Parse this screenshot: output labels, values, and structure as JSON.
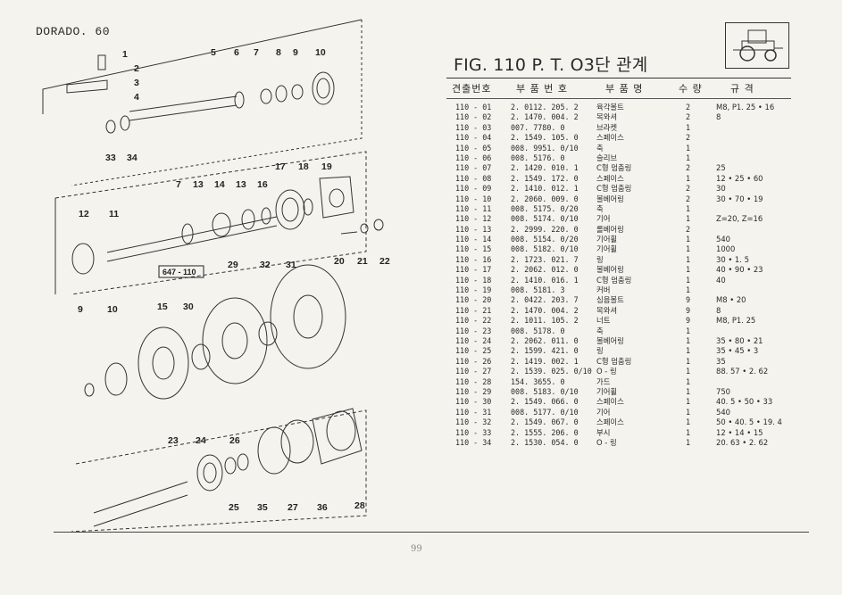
{
  "header": {
    "model": "DORADO. 60"
  },
  "figure": {
    "title": "FIG. 110 P. T. O3단 관계",
    "ref_box": "647 - 110",
    "page_number": "99"
  },
  "columns": [
    "견출번호",
    "부 품 번 호",
    "부 품 명",
    "수 량",
    "규   격"
  ],
  "callouts": [
    "1",
    "2",
    "3",
    "4",
    "5",
    "6",
    "7",
    "8",
    "9",
    "10",
    "33",
    "34",
    "17",
    "18",
    "19",
    "7",
    "13",
    "14",
    "13",
    "16",
    "12",
    "11",
    "20",
    "21",
    "22",
    "29",
    "32",
    "31",
    "9",
    "10",
    "15",
    "30",
    "23",
    "24",
    "26",
    "25",
    "35",
    "27",
    "36",
    "28"
  ],
  "parts": [
    {
      "no": "110 - 01",
      "part": "2. 0112. 205. 2",
      "name": "육각볼트",
      "qty": "2",
      "spec": "M8,  P1. 25 • 16"
    },
    {
      "no": "110 - 02",
      "part": "2. 1470. 004. 2",
      "name": "목와셔",
      "qty": "2",
      "spec": "8"
    },
    {
      "no": "110 - 03",
      "part": "007. 7780. 0",
      "name": "브라켓",
      "qty": "1",
      "spec": ""
    },
    {
      "no": "110 - 04",
      "part": "2. 1549. 105. 0",
      "name": "스페이스",
      "qty": "2",
      "spec": ""
    },
    {
      "no": "110 - 05",
      "part": "008. 9951. 0/10",
      "name": "축",
      "qty": "1",
      "spec": ""
    },
    {
      "no": "110 - 06",
      "part": "008. 5176. 0",
      "name": "슬리브",
      "qty": "1",
      "spec": ""
    },
    {
      "no": "110 - 07",
      "part": "2. 1420. 010. 1",
      "name": "C형 멈춤링",
      "qty": "2",
      "spec": "25"
    },
    {
      "no": "110 - 08",
      "part": "2. 1549. 172. 0",
      "name": "스페이스",
      "qty": "1",
      "spec": "12 • 25 • 60"
    },
    {
      "no": "110 - 09",
      "part": "2. 1410. 012. 1",
      "name": "C형 멈춤링",
      "qty": "2",
      "spec": "30"
    },
    {
      "no": "110 - 10",
      "part": "2. 2060. 009. 0",
      "name": "볼베어링",
      "qty": "2",
      "spec": "30 • 70 • 19"
    },
    {
      "no": "110 - 11",
      "part": "008. 5175. 0/20",
      "name": "축",
      "qty": "1",
      "spec": ""
    },
    {
      "no": "110 - 12",
      "part": "008. 5174. 0/10",
      "name": "기어",
      "qty": "1",
      "spec": "Z=20,  Z=16"
    },
    {
      "no": "110 - 13",
      "part": "2. 2999. 220. 0",
      "name": "롤베어링",
      "qty": "2",
      "spec": ""
    },
    {
      "no": "110 - 14",
      "part": "008. 5154. 0/20",
      "name": "기어휠",
      "qty": "1",
      "spec": "540"
    },
    {
      "no": "110 - 15",
      "part": "008. 5182. 0/10",
      "name": "기어휠",
      "qty": "1",
      "spec": "1000"
    },
    {
      "no": "110 - 16",
      "part": "2. 1723. 021. 7",
      "name": "링",
      "qty": "1",
      "spec": "30 • 1. 5"
    },
    {
      "no": "110 - 17",
      "part": "2. 2062. 012. 0",
      "name": "볼베어링",
      "qty": "1",
      "spec": "40 • 90 • 23"
    },
    {
      "no": "110 - 18",
      "part": "2. 1410. 016. 1",
      "name": "C형 멈춤링",
      "qty": "1",
      "spec": "40"
    },
    {
      "no": "110 - 19",
      "part": "008. 5181. 3",
      "name": "커버",
      "qty": "1",
      "spec": ""
    },
    {
      "no": "110 - 20",
      "part": "2. 0422. 203. 7",
      "name": "심음볼트",
      "qty": "9",
      "spec": "M8 • 20"
    },
    {
      "no": "110 - 21",
      "part": "2. 1470. 004. 2",
      "name": "목와셔",
      "qty": "9",
      "spec": "8"
    },
    {
      "no": "110 - 22",
      "part": "2. 1011. 105. 2",
      "name": "너트",
      "qty": "9",
      "spec": "M8,  P1. 25"
    },
    {
      "no": "110 - 23",
      "part": "008. 5178. 0",
      "name": "축",
      "qty": "1",
      "spec": ""
    },
    {
      "no": "110 - 24",
      "part": "2. 2062. 011. 0",
      "name": "볼베어링",
      "qty": "1",
      "spec": "35 • 80 • 21"
    },
    {
      "no": "110 - 25",
      "part": "2. 1599. 421. 0",
      "name": "링",
      "qty": "1",
      "spec": "35 • 45 • 3"
    },
    {
      "no": "110 - 26",
      "part": "2. 1419. 002. 1",
      "name": "C형 멈춤링",
      "qty": "1",
      "spec": "35"
    },
    {
      "no": "110 - 27",
      "part": "2. 1539. 025. 0/10",
      "name": "O - 링",
      "qty": "1",
      "spec": "88. 57 • 2. 62"
    },
    {
      "no": "110 - 28",
      "part": "154. 3655. 0",
      "name": "가드",
      "qty": "1",
      "spec": ""
    },
    {
      "no": "110 - 29",
      "part": "008. 5183. 0/10",
      "name": "기어휠",
      "qty": "1",
      "spec": "750"
    },
    {
      "no": "110 - 30",
      "part": "2. 1549. 066. 0",
      "name": "스페이스",
      "qty": "1",
      "spec": "40. 5 • 50 • 33"
    },
    {
      "no": "110 - 31",
      "part": "008. 5177. 0/10",
      "name": "기어",
      "qty": "1",
      "spec": "540"
    },
    {
      "no": "110 - 32",
      "part": "2. 1549. 067. 0",
      "name": "스페이스",
      "qty": "1",
      "spec": "50 • 40. 5 • 19. 4"
    },
    {
      "no": "110 - 33",
      "part": "2. 1555. 206. 0",
      "name": "부시",
      "qty": "1",
      "spec": "12 • 14 • 15"
    },
    {
      "no": "110 - 34",
      "part": "2. 1530. 054. 0",
      "name": "O - 링",
      "qty": "1",
      "spec": "20. 63 • 2. 62"
    }
  ]
}
